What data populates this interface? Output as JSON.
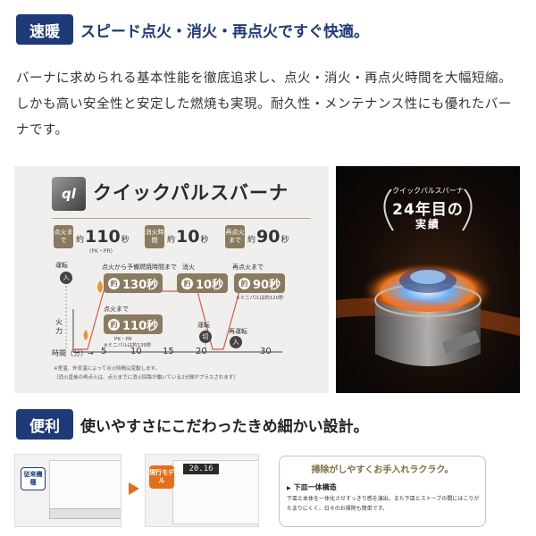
{
  "section1": {
    "badge": "速暖",
    "title": "スピード点火・消火・再点火ですぐ快適。",
    "description": "バーナに求められる基本性能を徹底追求し、点火・消火・再点火時間を大幅短縮。しかも高い安全性と安定した燃焼も実現。耐久性・メンテナンス性にも優れたバーナです。"
  },
  "graphic": {
    "logo_mark": "ql",
    "logo_text": "クイックパルスバーナ",
    "times": [
      {
        "chip": "点火まで",
        "prefix": "約",
        "value": "110",
        "unit": "秒",
        "note": "(PK・PR)"
      },
      {
        "chip": "消火時間",
        "prefix": "約",
        "value": "10",
        "unit": "秒",
        "note": ""
      },
      {
        "chip": "再点火まで",
        "prefix": "約",
        "value": "90",
        "unit": "秒",
        "note": ""
      }
    ],
    "labels": {
      "run": "運転",
      "run_badge": "入",
      "stop_badge": "切",
      "restart_badge": "入",
      "to_precombust": "点火から予備燃焼時間まで",
      "extinguish": "消火",
      "reignite_to": "再点火まで",
      "ignite_to": "点火まで",
      "run_label2": "運転",
      "rerun_label": "再運転",
      "fire_power": "火力",
      "time_axis": "時間（分）→",
      "mini_reignite": "※ミニパルは約120秒",
      "mini_ignite": "※ミニパルは約130秒",
      "pkpr": "PK・PR"
    },
    "pills": [
      {
        "num": "約",
        "value": "130秒"
      },
      {
        "num": "約",
        "value": "10秒"
      },
      {
        "num": "約",
        "value": "90秒"
      },
      {
        "num": "約",
        "value": "110秒"
      }
    ],
    "ticks": [
      "5",
      "10",
      "15",
      "20",
      "30"
    ],
    "footnote1": "※室温、外気温によって点火時間は変動します。",
    "footnote2": "（消火直後の再点火は、点火までに消火回路が働いている2分間がプラスされます）"
  },
  "photo": {
    "line1": "クイックパルスバーナ",
    "line2": "24年目の",
    "line3": "実績"
  },
  "section2": {
    "badge": "便利",
    "title": "使いやすさにこだわったきめ細かい設計。"
  },
  "bottom": {
    "old_badge": "従来機種",
    "new_badge": "現行モデル",
    "display_text": "20.16",
    "clean_title": "掃除がしやすくお手入れラクラク。",
    "clean_sub": "下皿一体構造",
    "clean_desc": "下皿と本体を一体化させすっきり感を演出。また下皿とストーブの間にほこりがたまりにくく、日々のお掃除も簡単です。"
  },
  "colors": {
    "navy": "#1f3a78",
    "khaki": "#8a7b60",
    "orange": "#e46e1c",
    "line_red": "#d35a4a"
  }
}
